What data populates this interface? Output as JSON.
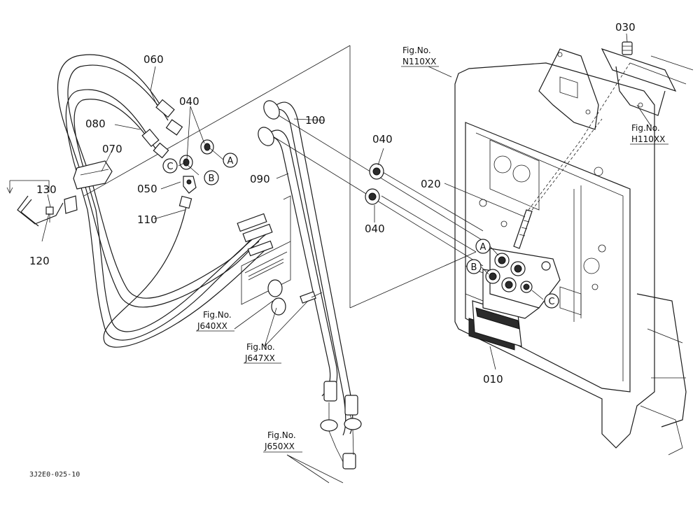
{
  "parts": {
    "p010": "010",
    "p020": "020",
    "p030": "030",
    "p040": "040",
    "p050": "050",
    "p060": "060",
    "p070": "070",
    "p080": "080",
    "p090": "090",
    "p100": "100",
    "p110": "110",
    "p120": "120",
    "p130": "130"
  },
  "ports": {
    "a": "A",
    "b": "B",
    "c": "C"
  },
  "fig_refs": {
    "fig_no": "Fig.No.",
    "n110": "N110XX",
    "h110": "H110XX",
    "j640": "J640XX",
    "j647": "J647XX",
    "j650": "J650XX"
  },
  "drawing_code": "3J2E0-025-10"
}
